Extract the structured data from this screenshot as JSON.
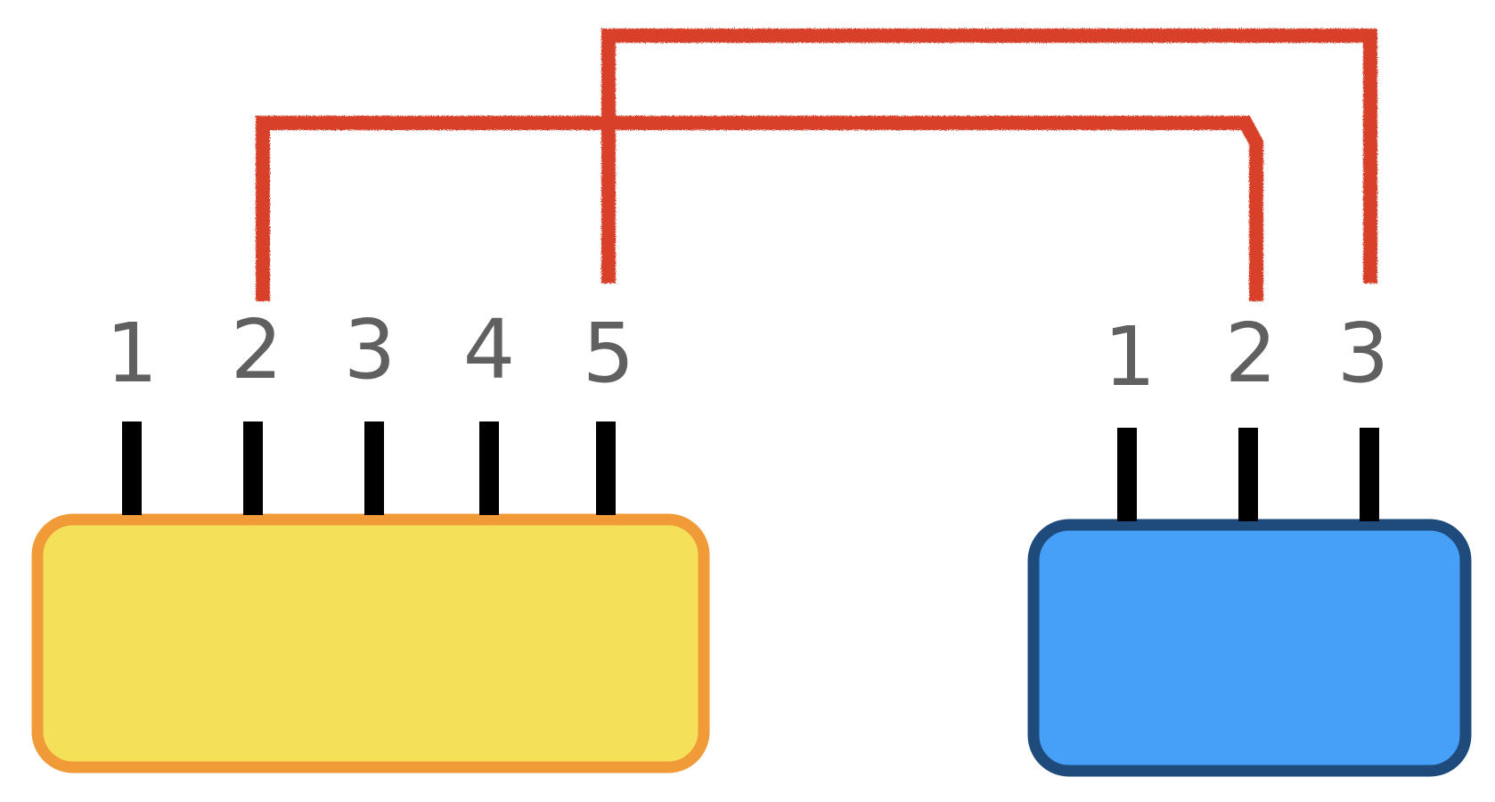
{
  "colors": {
    "wire": "#d8402a",
    "pin": "#000000",
    "label": "#606060",
    "background": "#ffffff"
  },
  "components": [
    {
      "id": "left-component",
      "fill": "#f5e05a",
      "border": "#f09a38",
      "pins": [
        "1",
        "2",
        "3",
        "4",
        "5"
      ]
    },
    {
      "id": "right-component",
      "fill": "#46a0f8",
      "border": "#1f4a7c",
      "pins": [
        "1",
        "2",
        "3"
      ]
    }
  ],
  "connections": [
    {
      "from": [
        "left-component",
        "2"
      ],
      "to": [
        "right-component",
        "2"
      ]
    },
    {
      "from": [
        "left-component",
        "5"
      ],
      "to": [
        "right-component",
        "3"
      ]
    }
  ]
}
